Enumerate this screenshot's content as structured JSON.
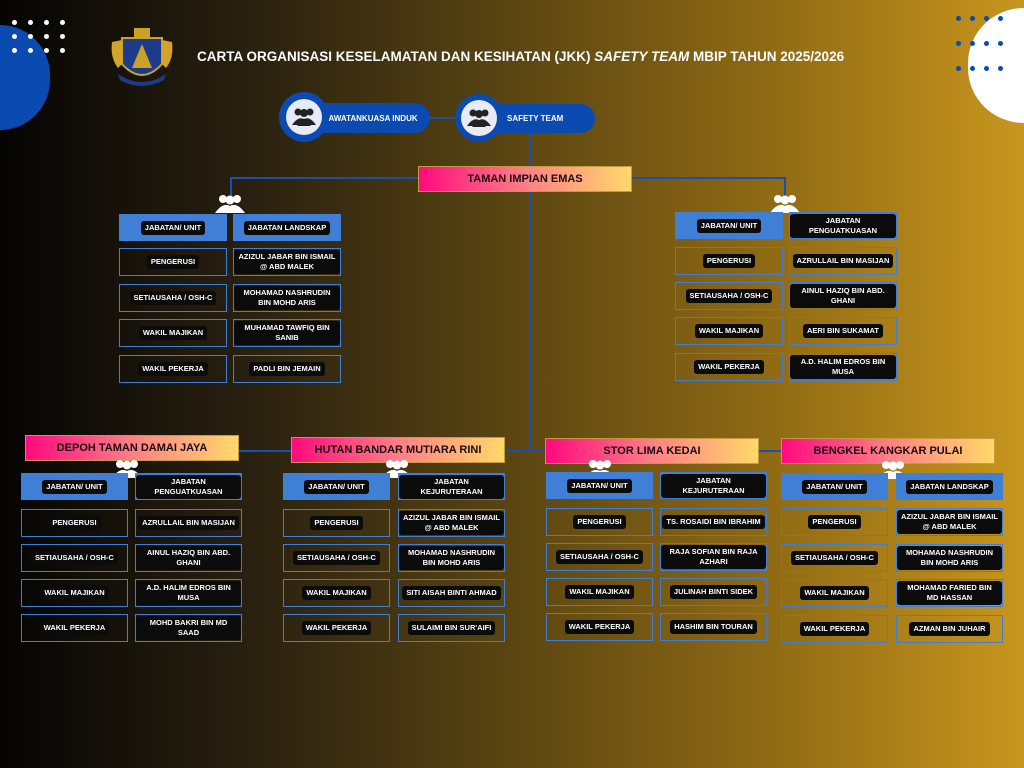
{
  "title": {
    "part1": "CARTA ORGANISASI  KESELAMATAN DAN KESIHATAN (JKK) ",
    "italic": "SAFETY TEAM",
    "part2": " MBIP TAHUN 2025/2026"
  },
  "top_nodes": [
    {
      "label": "JAWATANKUASA INDUK",
      "icon": "people-icon"
    },
    {
      "label": "SAFETY TEAM",
      "icon": "people-icon"
    }
  ],
  "header_label": "JABATAN/ UNIT",
  "roles": [
    "PENGERUSI",
    "SETIAUSAHA / OSH-C",
    "WAKIL MAJIKAN",
    "WAKIL PEKERJA"
  ],
  "colors": {
    "accent_blue": "#3f7fd6",
    "dark_blue": "#0b4ab0",
    "banner_start": "#ff0a7e",
    "banner_end": "#ffd86a"
  },
  "main_site": "TAMAN IMPIAN EMAS",
  "panels": [
    {
      "site": "TAMAN IMPIAN EMAS",
      "department": "JABATAN LANDSKAP",
      "members": [
        "AZIZUL JABAR BIN ISMAIL @ ABD MALEK",
        "MOHAMAD NASHRUDIN BIN MOHD ARIS",
        "MUHAMAD TAWFIQ BIN SANIB",
        "PADLI BIN JEMAIN"
      ]
    },
    {
      "site": "TAMAN IMPIAN EMAS",
      "department": "JABATAN PENGUATKUASAN",
      "members": [
        "AZRULLAIL BIN MASIJAN",
        "AINUL HAZIQ BIN ABD. GHANI",
        "AERI BIN SUKAMAT",
        "A.D. HALIM EDROS BIN MUSA"
      ]
    },
    {
      "site": "DEPOH TAMAN DAMAI JAYA",
      "department": "JABATAN PENGUATKUASAN",
      "members": [
        "AZRULLAIL BIN MASIJAN",
        "AINUL HAZIQ BIN ABD. GHANI",
        "A.D. HALIM EDROS BIN MUSA",
        "MOHD BAKRI BIN MD SAAD"
      ]
    },
    {
      "site": "HUTAN BANDAR MUTIARA RINI",
      "department": "JABATAN KEJURUTERAAN",
      "members": [
        "AZIZUL JABAR BIN ISMAIL @ ABD MALEK",
        "MOHAMAD NASHRUDIN BIN MOHD ARIS",
        "SITI AISAH BINTI AHMAD",
        "SULAIMI BIN SUR'AIFI"
      ]
    },
    {
      "site": "STOR LIMA KEDAI",
      "department": "JABATAN KEJURUTERAAN",
      "members": [
        "TS. ROSAIDI BIN IBRAHIM",
        "RAJA SOFIAN BIN RAJA AZHARI",
        "JULINAH BINTI SIDEK",
        "HASHIM BIN TOURAN"
      ]
    },
    {
      "site": "BENGKEL KANGKAR PULAI",
      "department": "JABATAN LANDSKAP",
      "members": [
        "AZIZUL JABAR BIN ISMAIL @ ABD MALEK",
        "MOHAMAD NASHRUDIN BIN MOHD ARIS",
        "MOHAMAD FARIED BIN MD HASSAN",
        "AZMAN BIN JUHAIR"
      ]
    }
  ]
}
